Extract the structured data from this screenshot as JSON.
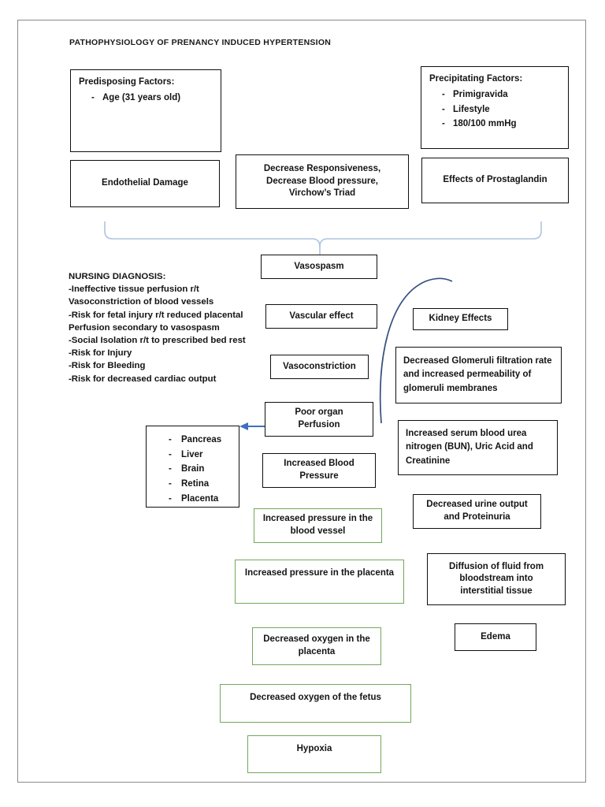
{
  "document": {
    "title": "PATHOPHYSIOLOGY OF PRENANCY INDUCED HYPERTENSION"
  },
  "colors": {
    "box_border": "#0f0f0f",
    "green_border": "#72a85a",
    "brace": "#aec3e0",
    "arc": "#35507f",
    "arrow": "#3f6fbf",
    "page_border": "#8a8a8a",
    "text": "#141414"
  },
  "predisposing": {
    "title": "Predisposing Factors:",
    "items": [
      "Age (31 years old)"
    ]
  },
  "precipitating": {
    "title": "Precipitating Factors:",
    "items": [
      "Primigravida",
      "Lifestyle",
      "180/100 mmHg"
    ]
  },
  "row2": {
    "endothelial": "Endothelial Damage",
    "decrease": "Decrease Responsiveness,\nDecrease Blood pressure,\nVirchow’s Triad",
    "prostaglandin": "Effects of Prostaglandin"
  },
  "nursing_diagnosis": {
    "heading": "NURSING DIAGNOSIS:",
    "lines": [
      "-Ineffective tissue perfusion r/t",
      "Vasoconstriction of blood vessels",
      "-Risk for fetal injury r/t reduced placental",
      "Perfusion secondary to vasospasm",
      "-Social Isolation r/t to prescribed bed rest",
      "-Risk for Injury",
      "-Risk for Bleeding",
      "-Risk for decreased cardiac output"
    ]
  },
  "center_column": {
    "vasospasm": "Vasospasm",
    "vascular_effect": "Vascular effect",
    "vasoconstriction": "Vasoconstriction",
    "poor_organ_perfusion": "Poor organ\nPerfusion",
    "increased_blood_pressure": "Increased Blood\nPressure"
  },
  "organs": {
    "items": [
      "Pancreas",
      "Liver",
      "Brain",
      "Retina",
      "Placenta"
    ]
  },
  "kidney_column": {
    "kidney_effects": "Kidney Effects",
    "glomeruli": "Decreased Glomeruli filtration rate and increased permeability of glomeruli membranes",
    "bun": "Increased serum blood urea nitrogen (BUN), Uric Acid and Creatinine",
    "urine": "Decreased urine output\nand Proteinuria",
    "diffusion": "Diffusion of fluid from\nbloodstream into\ninterstitial tissue",
    "edema": "Edema"
  },
  "green_chain": {
    "pressure_vessel": "Increased pressure in the\nblood vessel",
    "pressure_placenta": "Increased pressure in the placenta",
    "oxygen_placenta": "Decreased oxygen in the\nplacenta",
    "oxygen_fetus": "Decreased oxygen of the fetus",
    "hypoxia": "Hypoxia"
  }
}
